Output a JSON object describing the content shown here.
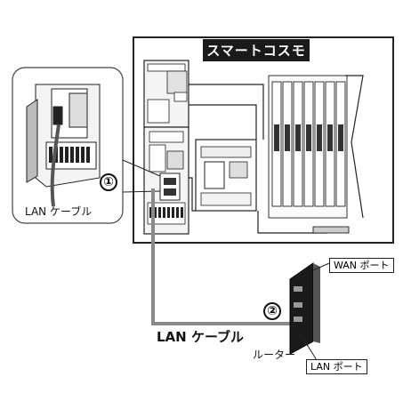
{
  "panel_title": "スマートコスモ",
  "inset_cable_label": "LAN ケーブル",
  "main_cable_label": "LAN ケーブル",
  "router_label": "ルーター",
  "wan_port_label": "WAN ポート",
  "lan_port_label": "LAN ポート",
  "marker_1": "①",
  "marker_2": "②",
  "colors": {
    "dark": "#1a1a1a",
    "cable": "#8a8a8a",
    "line": "#222222"
  }
}
